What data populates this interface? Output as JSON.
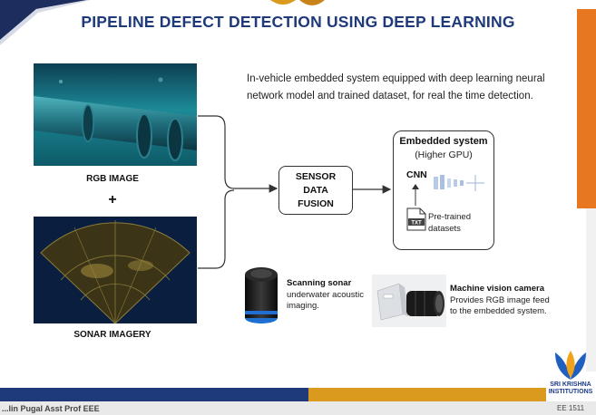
{
  "slide": {
    "title": "PIPELINE DEFECT DETECTION USING DEEP LEARNING",
    "description": "In-vehicle embedded system equipped with deep learning neural network model and trained dataset, for real the time detection."
  },
  "inputs": {
    "rgb_label": "RGB IMAGE",
    "plus": "+",
    "sonar_label": "SONAR IMAGERY"
  },
  "fusion": {
    "label": "SENSOR\nDATA\nFUSION"
  },
  "embedded": {
    "title": "Embedded system",
    "subtitle": "(Higher GPU)",
    "cnn_label": "CNN",
    "file_tag": "TXT",
    "dataset_label": "Pre-trained\ndatasets"
  },
  "devices": {
    "sonar": {
      "title": "Scanning sonar",
      "text": "underwater acoustic\nimaging."
    },
    "camera": {
      "title": "Machine vision camera",
      "text": "Provides RGB image feed\nto the embedded system."
    }
  },
  "logo": {
    "text": "SRI KRISHNA\nINSTITUTIONS"
  },
  "footer": {
    "text": "...lin Pugal Asst Prof EEE",
    "page": "EE 1511"
  },
  "colors": {
    "title": "#1f3a7a",
    "accent_orange": "#e87722",
    "accent_blue": "#1f3a7a",
    "accent_gold": "#d99a1e"
  }
}
